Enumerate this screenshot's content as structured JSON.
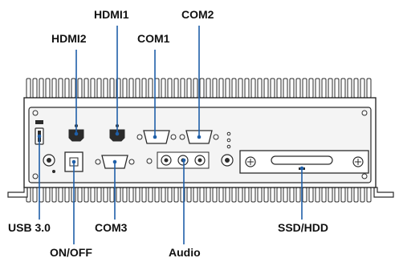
{
  "labels": {
    "hdmi1": "HDMI1",
    "com2": "COM2",
    "hdmi2": "HDMI2",
    "com1": "COM1",
    "usb30": "USB 3.0",
    "com3": "COM3",
    "ssd_hdd": "SSD/HDD",
    "on_off": "ON/OFF",
    "audio": "Audio"
  },
  "colors": {
    "leader_line": "#1f5fa8",
    "outline": "#2b2b2b",
    "chassis_fill": "#ffffff",
    "panel_fill": "#f4f4f4",
    "label_text": "#111111"
  }
}
